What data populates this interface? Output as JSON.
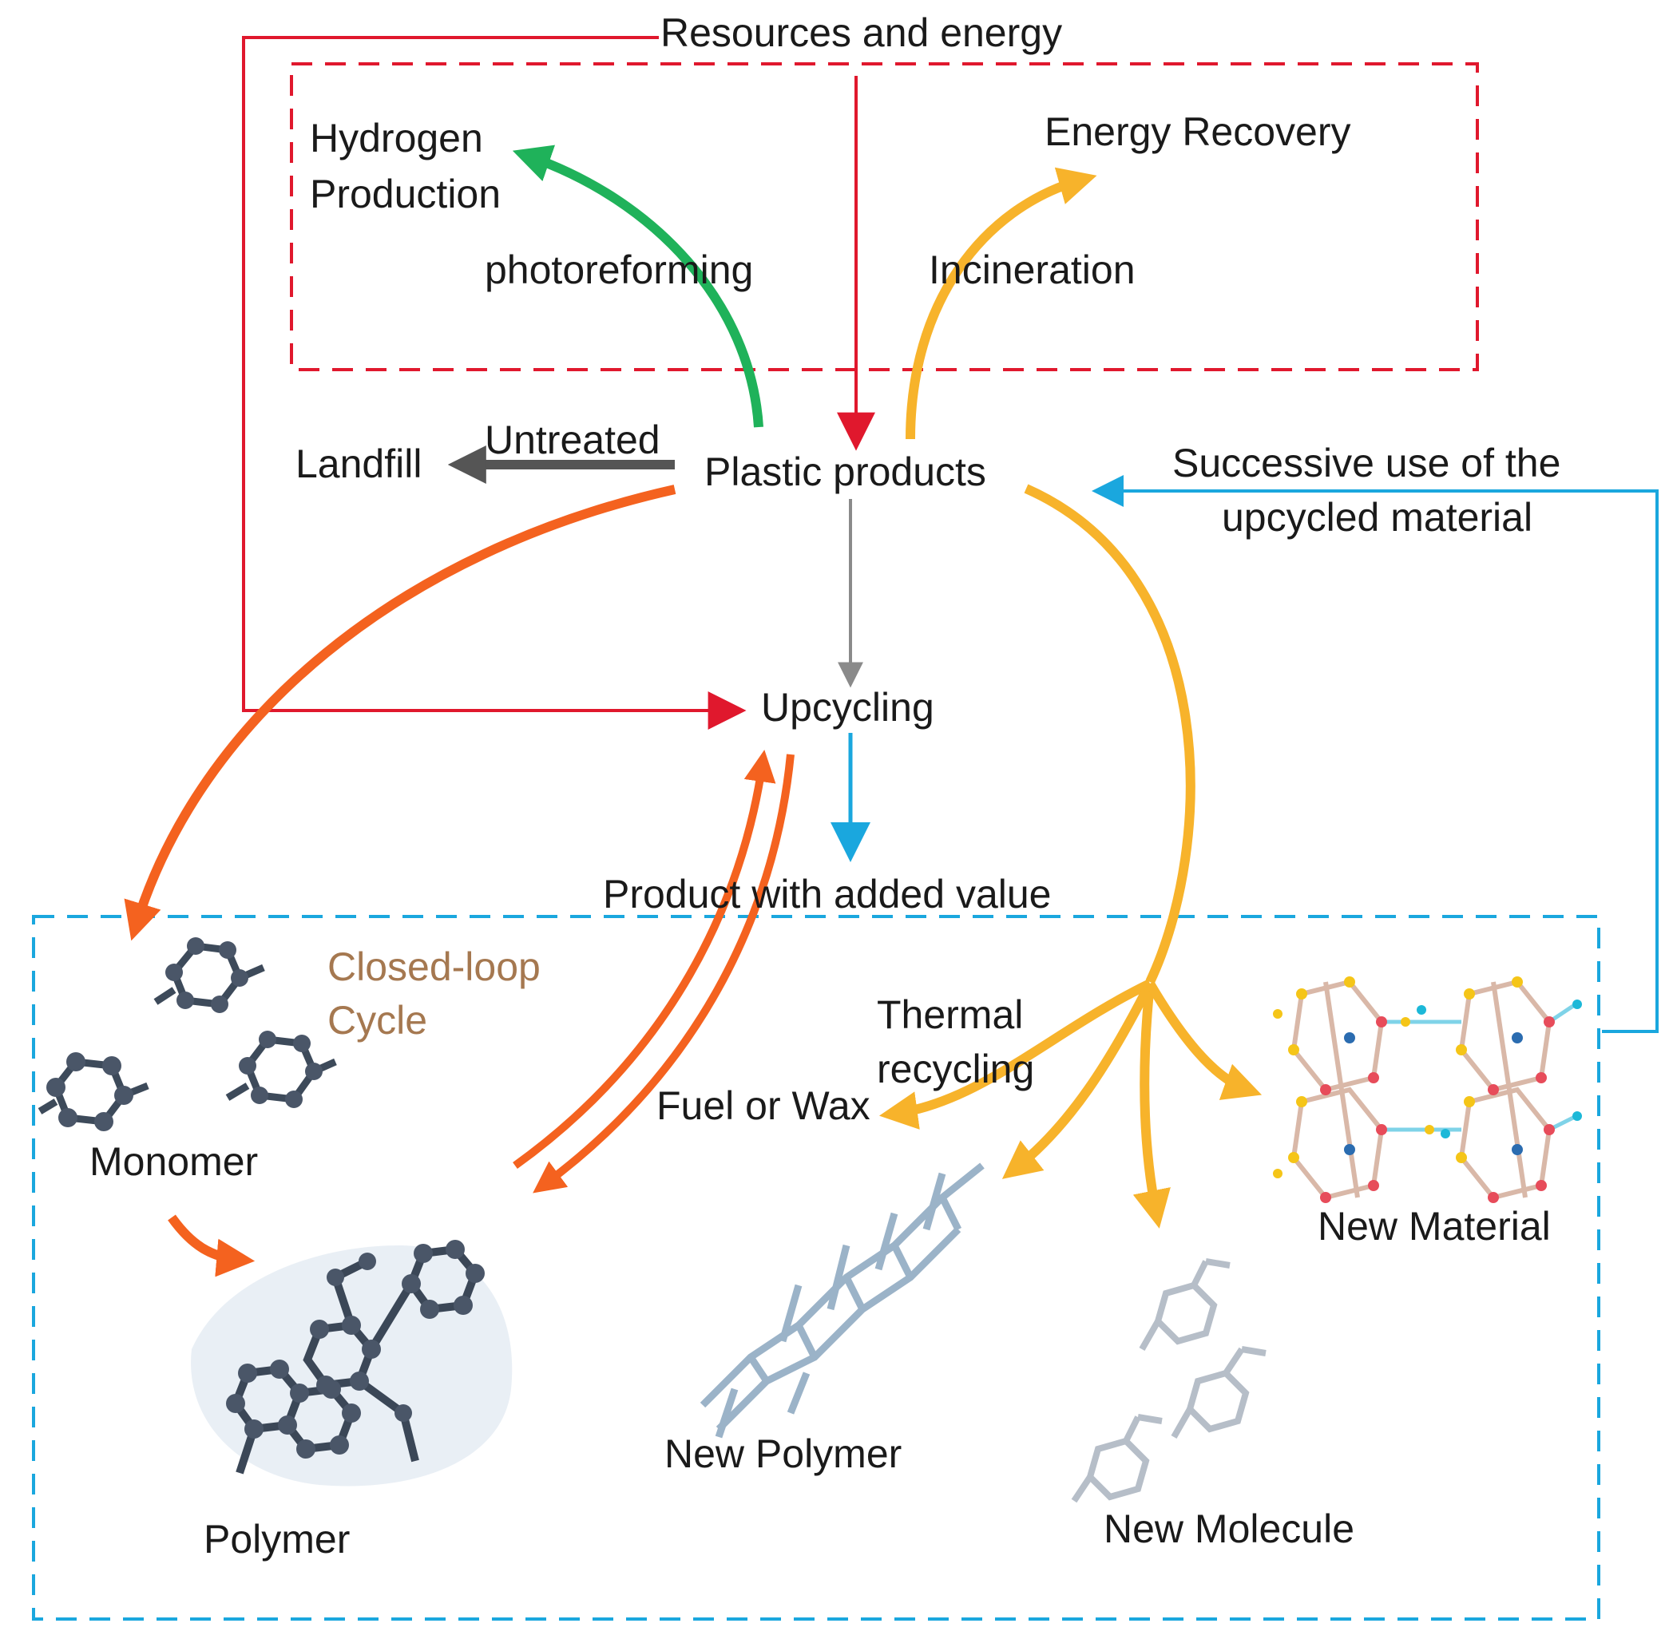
{
  "labels": {
    "resources_energy": "Resources and energy",
    "hydrogen_line1": "Hydrogen",
    "hydrogen_line2": "Production",
    "energy_recovery": "Energy Recovery",
    "photoreforming": "photoreforming",
    "incineration": "Incineration",
    "untreated": "Untreated",
    "landfill": "Landfill",
    "plastic_products": "Plastic products",
    "successive_line1": "Successive use of the",
    "successive_line2": "upcycled material",
    "upcycling": "Upcycling",
    "product_added_value": "Product with added value",
    "closed_loop_line1": "Closed-loop",
    "closed_loop_line2": "Cycle",
    "thermal_line1": "Thermal",
    "thermal_line2": "recycling",
    "fuel_wax": "Fuel or Wax",
    "monomer": "Monomer",
    "polymer": "Polymer",
    "new_polymer": "New Polymer",
    "new_molecule": "New Molecule",
    "new_material": "New Material"
  },
  "colors": {
    "red": "#e0182d",
    "green": "#1fb25a",
    "amber": "#f7b32b",
    "orange": "#f4621f",
    "cyan": "#1aa7de",
    "dark_gray": "#555555",
    "gray": "#8a8a8a",
    "brown": "#a57850"
  },
  "icons": [
    "monomer-ring-icon",
    "polymer-molecule-icon",
    "new-polymer-icon",
    "new-molecule-icon",
    "new-material-lattice-icon"
  ]
}
